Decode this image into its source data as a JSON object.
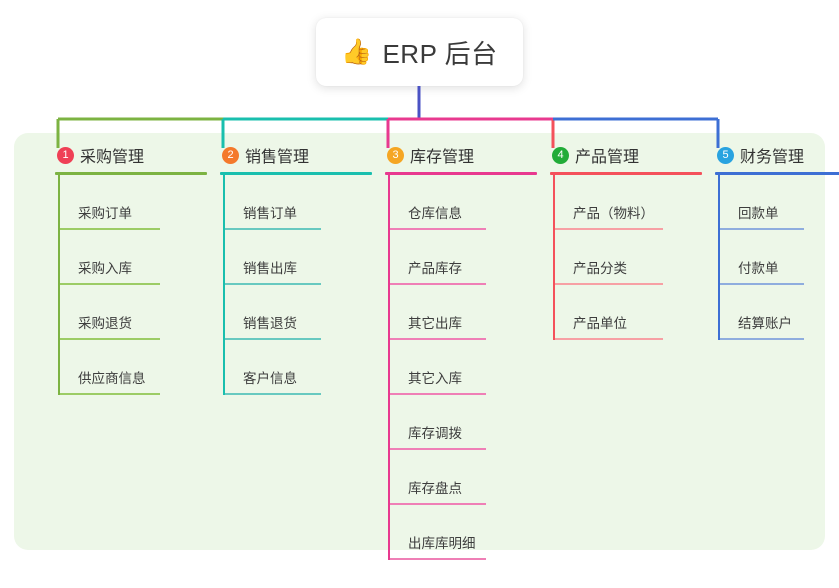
{
  "root": {
    "icon": "thumbs-up-icon",
    "emoji": "👍",
    "title": "ERP 后台"
  },
  "theme": {
    "panel_bg": "#edf7e8",
    "page_bg": "#ffffff",
    "root_card_bg": "#ffffff",
    "text_color": "#333333",
    "trunk_color": "#4a52c4"
  },
  "branches": [
    {
      "number": "1",
      "label": "采购管理",
      "badge_color": "#ef4056",
      "line_color": "#7cb342",
      "leaf_line_color": "#9ccc65",
      "items": [
        "采购订单",
        "采购入库",
        "采购退货",
        "供应商信息"
      ]
    },
    {
      "number": "2",
      "label": "销售管理",
      "badge_color": "#f4792b",
      "line_color": "#19bfae",
      "leaf_line_color": "#68c9c0",
      "items": [
        "销售订单",
        "销售出库",
        "销售退货",
        "客户信息"
      ]
    },
    {
      "number": "3",
      "label": "库存管理",
      "badge_color": "#f5a623",
      "line_color": "#e8398f",
      "leaf_line_color": "#ef7fb6",
      "items": [
        "仓库信息",
        "产品库存",
        "其它出库",
        "其它入库",
        "库存调拨",
        "库存盘点",
        "出库库明细"
      ]
    },
    {
      "number": "4",
      "label": "产品管理",
      "badge_color": "#22ac38",
      "line_color": "#f4515b",
      "leaf_line_color": "#f7a0a4",
      "items": [
        "产品（物料）",
        "产品分类",
        "产品单位"
      ]
    },
    {
      "number": "5",
      "label": "财务管理",
      "badge_color": "#29a3e0",
      "line_color": "#3d6fd4",
      "leaf_line_color": "#8fadde",
      "items": [
        "回款单",
        "付款单",
        "结算账户"
      ]
    }
  ]
}
